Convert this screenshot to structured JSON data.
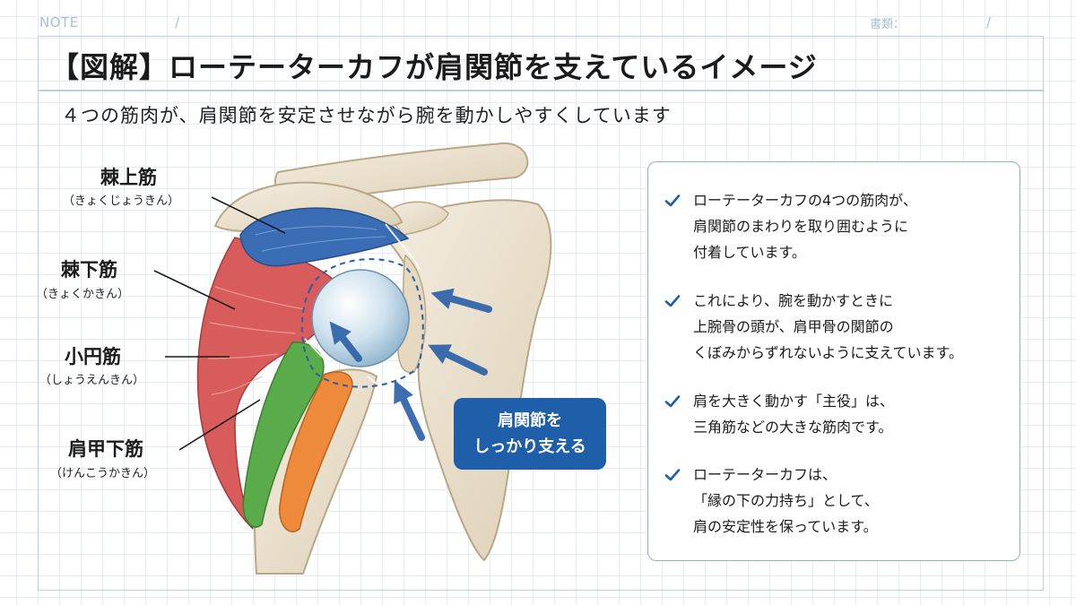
{
  "header": {
    "note_label": "NOTE",
    "note_slash": "/",
    "shorui_label": "書類：",
    "shorui_slash": "/"
  },
  "title": "【図解】ローテーターカフが肩関節を支えているイメージ",
  "subtitle": "４つの筋肉が、肩関節を安定させながら腕を動かしやすくしています",
  "muscles": [
    {
      "name": "棘上筋",
      "reading": "（きょくじょうきん）"
    },
    {
      "name": "棘下筋",
      "reading": "（きょくかきん）"
    },
    {
      "name": "小円筋",
      "reading": "（しょうえんきん）"
    },
    {
      "name": "肩甲下筋",
      "reading": "（けんこうかきん）"
    }
  ],
  "callout": {
    "line1": "肩関節を",
    "line2": "しっかり支える"
  },
  "info": [
    {
      "lines": [
        "ローテーターカフの4つの筋肉が、",
        "肩関節のまわりを取り囲むように",
        "付着しています。"
      ]
    },
    {
      "lines": [
        "これにより、腕を動かすときに",
        "上腕骨の頭が、肩甲骨の関節の",
        "くぼみからずれないように支えています。"
      ]
    },
    {
      "lines": [
        "肩を大きく動かす「主役」は、",
        "三角筋などの大きな筋肉です。"
      ]
    },
    {
      "lines": [
        "ローテーターカフは、",
        "「縁の下の力持ち」として、",
        "肩の安定性を保っています。"
      ]
    }
  ],
  "colors": {
    "accent": "#1f5ea8",
    "supraspinatus": "#3a6db5",
    "infraspinatus": "#d95c5c",
    "teres_minor": "#5aab4a",
    "subscapularis": "#ee8a3a",
    "bone": "#ece3cf"
  },
  "icons": {
    "check": "check-icon",
    "arrow": "arrow-icon"
  }
}
